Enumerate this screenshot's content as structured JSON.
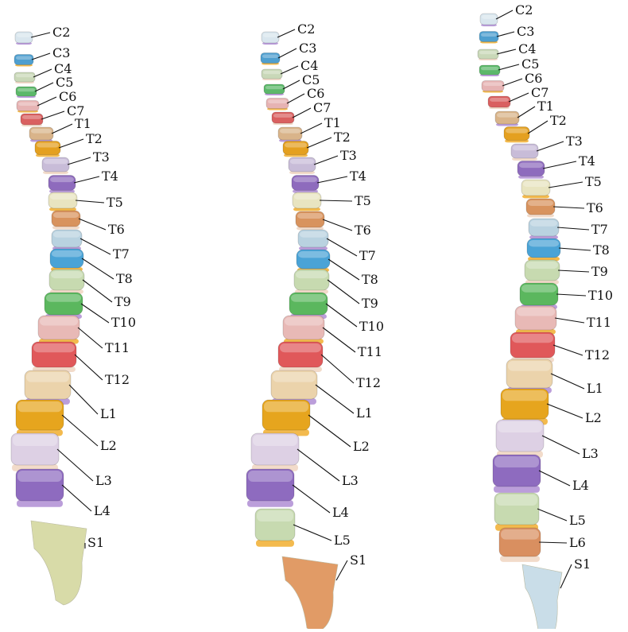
{
  "colors": {
    "C2": "#d9e6ee",
    "C3": "#4f9fcf",
    "C4": "#c9d8b8",
    "C5": "#f0c9c2",
    "C6": "#5cb86a",
    "C7": "#e6b3b3",
    "T1": "#d96060",
    "T2": "#d9b48a",
    "T3": "#e4a020",
    "T4": "#c8bcd8",
    "T5": "#8e6bbd",
    "T6": "#e8e4c0",
    "T7": "#d8935e",
    "T8": "#b9d2e0",
    "T9": "#4aa3d6",
    "T10": "#c7dab0",
    "T11": "#5bb75e",
    "T12": "#e8b9b6",
    "L1": "#e0585a",
    "L2": "#ebd3ab",
    "L3": "#e6a51e",
    "L4": "#ddd0e4",
    "L5": "#8e6bbf",
    "L6": "#d98f60",
    "S1": "#d8dba8",
    "S1_alt": "#e19b66",
    "S1_alt2": "#c9dde8",
    "disc": "#f1d7c4",
    "disc_blue": "#8ec5e6",
    "disc_green": "#bfe0b0",
    "disc_purple": "#b494d6",
    "disc_orange": "#f2b23b",
    "disc_pink": "#f4c5c5"
  },
  "spines": [
    {
      "id": "spine-1",
      "labels": [
        {
          "text": "C2",
          "color": "C2"
        },
        {
          "text": "C3",
          "color": "C3"
        },
        {
          "text": "C4",
          "color": "C4"
        },
        {
          "text": "C5",
          "color": "C6"
        },
        {
          "text": "C6",
          "color": "C7"
        },
        {
          "text": "C7",
          "color": "T1"
        },
        {
          "text": "T1",
          "color": "T2"
        },
        {
          "text": "T2",
          "color": "T3"
        },
        {
          "text": "T3",
          "color": "T4"
        },
        {
          "text": "T4",
          "color": "T5"
        },
        {
          "text": "T5",
          "color": "T6"
        },
        {
          "text": "T6",
          "color": "T7"
        },
        {
          "text": "T7",
          "color": "T8"
        },
        {
          "text": "T8",
          "color": "T9"
        },
        {
          "text": "T9",
          "color": "T10"
        },
        {
          "text": "T10",
          "color": "T11"
        },
        {
          "text": "T11",
          "color": "T12"
        },
        {
          "text": "T12",
          "color": "L1"
        },
        {
          "text": "L1",
          "color": "L2"
        },
        {
          "text": "L2",
          "color": "L3"
        },
        {
          "text": "L3",
          "color": "L4"
        },
        {
          "text": "L4",
          "color": "L5"
        },
        {
          "text": "S1",
          "color": "S1"
        }
      ]
    },
    {
      "id": "spine-2",
      "labels": [
        {
          "text": "C2",
          "color": "C2"
        },
        {
          "text": "C3",
          "color": "C3"
        },
        {
          "text": "C4",
          "color": "C4"
        },
        {
          "text": "C5",
          "color": "C6"
        },
        {
          "text": "C6",
          "color": "C7"
        },
        {
          "text": "C7",
          "color": "T1"
        },
        {
          "text": "T1",
          "color": "T2"
        },
        {
          "text": "T2",
          "color": "T3"
        },
        {
          "text": "T3",
          "color": "T4"
        },
        {
          "text": "T4",
          "color": "T5"
        },
        {
          "text": "T5",
          "color": "T6"
        },
        {
          "text": "T6",
          "color": "T7"
        },
        {
          "text": "T7",
          "color": "T8"
        },
        {
          "text": "T8",
          "color": "T9"
        },
        {
          "text": "T9",
          "color": "T10"
        },
        {
          "text": "T10",
          "color": "T11"
        },
        {
          "text": "T11",
          "color": "T12"
        },
        {
          "text": "T12",
          "color": "L1"
        },
        {
          "text": "L1",
          "color": "L2"
        },
        {
          "text": "L2",
          "color": "L3"
        },
        {
          "text": "L3",
          "color": "L4"
        },
        {
          "text": "L4",
          "color": "L5"
        },
        {
          "text": "L5",
          "color": "T10"
        },
        {
          "text": "S1",
          "color": "S1_alt"
        }
      ]
    },
    {
      "id": "spine-3",
      "labels": [
        {
          "text": "C2",
          "color": "C2"
        },
        {
          "text": "C3",
          "color": "C3"
        },
        {
          "text": "C4",
          "color": "C4"
        },
        {
          "text": "C5",
          "color": "C6"
        },
        {
          "text": "C6",
          "color": "C7"
        },
        {
          "text": "C7",
          "color": "T1"
        },
        {
          "text": "T1",
          "color": "T2"
        },
        {
          "text": "T2",
          "color": "T3"
        },
        {
          "text": "T3",
          "color": "T4"
        },
        {
          "text": "T4",
          "color": "T5"
        },
        {
          "text": "T5",
          "color": "T6"
        },
        {
          "text": "T6",
          "color": "T7"
        },
        {
          "text": "T7",
          "color": "T8"
        },
        {
          "text": "T8",
          "color": "T9"
        },
        {
          "text": "T9",
          "color": "T10"
        },
        {
          "text": "T10",
          "color": "T11"
        },
        {
          "text": "T11",
          "color": "T12"
        },
        {
          "text": "T12",
          "color": "L1"
        },
        {
          "text": "L1",
          "color": "L2"
        },
        {
          "text": "L2",
          "color": "L3"
        },
        {
          "text": "L3",
          "color": "L4"
        },
        {
          "text": "L4",
          "color": "L5"
        },
        {
          "text": "L5",
          "color": "T10"
        },
        {
          "text": "L6",
          "color": "L6"
        },
        {
          "text": "S1",
          "color": "S1_alt2"
        }
      ]
    }
  ]
}
